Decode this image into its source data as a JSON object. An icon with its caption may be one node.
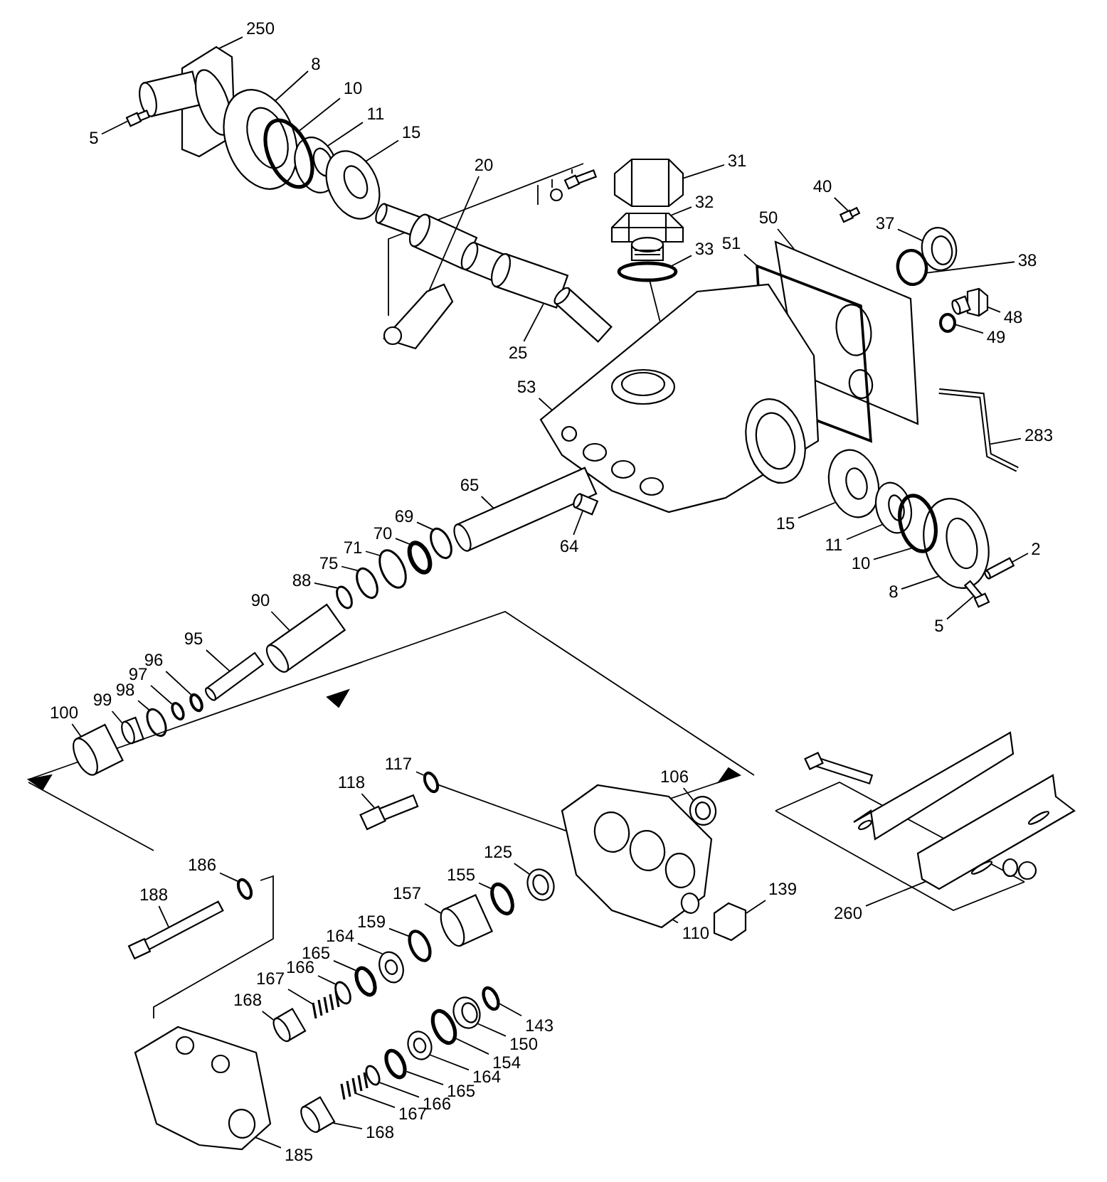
{
  "diagram": {
    "nodes": [
      {
        "text": [
          "250"
        ]
      },
      {
        "text": [
          "8"
        ]
      },
      {
        "text": [
          "10"
        ]
      },
      {
        "text": [
          "11"
        ]
      },
      {
        "text": [
          "5"
        ]
      },
      {
        "text": [
          "15"
        ]
      },
      {
        "text": [
          "20"
        ]
      },
      {
        "text": [
          "31"
        ]
      },
      {
        "text": [
          "40"
        ]
      },
      {
        "text": [
          "32"
        ]
      },
      {
        "text": [
          "50"
        ]
      },
      {
        "text": [
          "37"
        ]
      },
      {
        "text": [
          "33"
        ]
      },
      {
        "text": [
          "51"
        ]
      },
      {
        "text": [
          "38"
        ]
      },
      {
        "text": [
          "48"
        ]
      },
      {
        "text": [
          "49"
        ]
      },
      {
        "text": [
          "25"
        ]
      },
      {
        "text": [
          "53"
        ]
      },
      {
        "text": [
          "283"
        ]
      },
      {
        "text": [
          "65"
        ]
      },
      {
        "text": [
          "69"
        ]
      },
      {
        "text": [
          "15"
        ]
      },
      {
        "text": [
          "70"
        ]
      },
      {
        "text": [
          "11"
        ]
      },
      {
        "text": [
          "71"
        ]
      },
      {
        "text": [
          "64"
        ]
      },
      {
        "text": [
          "2"
        ]
      },
      {
        "text": [
          "10"
        ]
      },
      {
        "text": [
          "75"
        ]
      },
      {
        "text": [
          "8"
        ]
      },
      {
        "text": [
          "88"
        ]
      },
      {
        "text": [
          "90"
        ]
      },
      {
        "text": [
          "5"
        ]
      },
      {
        "text": [
          "95"
        ]
      },
      {
        "text": [
          "96"
        ]
      },
      {
        "text": [
          "97"
        ]
      },
      {
        "text": [
          "98"
        ]
      },
      {
        "text": [
          "99"
        ]
      },
      {
        "text": [
          "100"
        ]
      },
      {
        "text": [
          "117"
        ]
      },
      {
        "text": [
          "118"
        ]
      },
      {
        "text": [
          "106"
        ]
      },
      {
        "text": [
          "186"
        ]
      },
      {
        "text": [
          "125"
        ]
      },
      {
        "text": [
          "188"
        ]
      },
      {
        "text": [
          "155"
        ]
      },
      {
        "text": [
          "139"
        ]
      },
      {
        "text": [
          "260"
        ]
      },
      {
        "text": [
          "157"
        ]
      },
      {
        "text": [
          "159"
        ]
      },
      {
        "text": [
          "110"
        ]
      },
      {
        "text": [
          "164"
        ]
      },
      {
        "text": [
          "165"
        ]
      },
      {
        "text": [
          "166"
        ]
      },
      {
        "text": [
          "167"
        ]
      },
      {
        "text": [
          "168"
        ]
      },
      {
        "text": [
          "143"
        ]
      },
      {
        "text": [
          "150"
        ]
      },
      {
        "text": [
          "154"
        ]
      },
      {
        "text": [
          "164"
        ]
      },
      {
        "text": [
          "165"
        ]
      },
      {
        "text": [
          "166"
        ]
      },
      {
        "text": [
          "167"
        ]
      },
      {
        "text": [
          "168"
        ]
      },
      {
        "text": [
          "185"
        ]
      },
      {
        "text": [],
        "shape": "picture"
      },
      {
        "text": [],
        "shape": "picture"
      },
      {
        "text": [],
        "shape": "circle"
      },
      {
        "text": [],
        "shape": "picture"
      },
      {
        "text": [],
        "shape": "picture"
      },
      {
        "text": [],
        "shape": "picture"
      },
      {
        "text": [],
        "shape": "picture"
      },
      {
        "text": [],
        "shape": "picture"
      },
      {
        "text": [],
        "shape": "picture"
      },
      {
        "text": [],
        "shape": "box"
      },
      {
        "text": [],
        "shape": "picture"
      },
      {
        "text": [],
        "shape": "picture"
      },
      {
        "text": [],
        "shape": "circle"
      },
      {
        "text": [],
        "shape": "picture"
      },
      {
        "text": [],
        "shape": "circle"
      },
      {
        "text": [],
        "shape": "picture"
      },
      {
        "text": [],
        "shape": "circle"
      },
      {
        "text": [],
        "shape": "picture"
      },
      {
        "text": [],
        "shape": "picture"
      },
      {
        "text": [],
        "shape": "picture"
      },
      {
        "text": [],
        "shape": "picture"
      },
      {
        "text": [],
        "shape": "circle"
      },
      {
        "text": [],
        "shape": "picture"
      },
      {
        "text": [],
        "shape": "circle"
      },
      {
        "text": [],
        "shape": "picture"
      },
      {
        "text": [],
        "shape": "circle"
      },
      {
        "text": [],
        "shape": "picture"
      },
      {
        "text": [],
        "shape": "picture"
      },
      {
        "text": [],
        "shape": "circle"
      },
      {
        "text": [],
        "shape": "circle"
      },
      {
        "text": [],
        "shape": "picture"
      },
      {
        "text": [],
        "shape": "circle"
      },
      {
        "text": [],
        "shape": "picture"
      },
      {
        "text": [],
        "shape": "picture"
      },
      {
        "text": [],
        "shape": "picture"
      },
      {
        "text": [],
        "shape": "circle"
      },
      {
        "text": [],
        "shape": "circle"
      },
      {
        "text": [],
        "shape": "circle"
      },
      {
        "text": [],
        "shape": "picture"
      },
      {
        "text": [],
        "shape": "picture"
      },
      {
        "text": [],
        "shape": "circle"
      },
      {
        "text": [],
        "shape": "picture"
      },
      {
        "text": [],
        "shape": "picture"
      },
      {
        "text": [],
        "shape": "circle"
      },
      {
        "text": [],
        "shape": "picture"
      },
      {
        "text": [],
        "shape": "picture"
      },
      {
        "text": [],
        "shape": "circle"
      },
      {
        "text": [],
        "shape": "picture"
      },
      {
        "text": [],
        "shape": "picture"
      },
      {
        "text": [],
        "shape": "picture"
      },
      {
        "text": [],
        "shape": "circle"
      },
      {
        "text": [],
        "shape": "picture"
      },
      {
        "text": [],
        "shape": "picture"
      },
      {
        "text": [],
        "shape": "circle"
      },
      {
        "text": [],
        "shape": "circle"
      },
      {
        "text": [],
        "shape": "picture"
      },
      {
        "text": [],
        "shape": "picture"
      },
      {
        "text": [],
        "shape": "circle"
      },
      {
        "text": [],
        "shape": "picture"
      },
      {
        "text": [],
        "shape": "circle"
      },
      {
        "text": [],
        "shape": "picture"
      },
      {
        "text": [],
        "shape": "circle"
      },
      {
        "text": [],
        "shape": "circle"
      },
      {
        "text": [],
        "shape": "picture"
      },
      {
        "text": [],
        "shape": "picture"
      },
      {
        "text": [],
        "shape": "picture"
      }
    ],
    "edges": [
      {
        "from": 0,
        "to": 66,
        "arrow": "none"
      },
      {
        "from": 1,
        "to": 67,
        "arrow": "none"
      },
      {
        "from": 2,
        "to": 68,
        "arrow": "none"
      },
      {
        "from": 3,
        "to": 69,
        "arrow": "none"
      },
      {
        "from": 4,
        "to": 70,
        "arrow": "none"
      },
      {
        "from": 5,
        "to": 71,
        "arrow": "none"
      },
      {
        "from": 6,
        "to": 72,
        "arrow": "none"
      },
      {
        "from": 7,
        "to": 73,
        "arrow": "none"
      },
      {
        "from": 8,
        "to": 74,
        "arrow": "none"
      },
      {
        "from": 9,
        "to": 75,
        "arrow": "none"
      },
      {
        "from": 10,
        "to": 76,
        "arrow": "none"
      },
      {
        "from": 11,
        "to": 77,
        "arrow": "none"
      },
      {
        "from": 12,
        "to": 78,
        "arrow": "none"
      },
      {
        "from": 13,
        "to": 79,
        "arrow": "none"
      },
      {
        "from": 14,
        "to": 80,
        "arrow": "none"
      },
      {
        "from": 15,
        "to": 81,
        "arrow": "none"
      },
      {
        "from": 16,
        "to": 82,
        "arrow": "none"
      },
      {
        "from": 17,
        "to": 83,
        "arrow": "none"
      },
      {
        "from": 18,
        "to": 84,
        "arrow": "none"
      },
      {
        "from": 19,
        "to": 85,
        "arrow": "none"
      },
      {
        "from": 20,
        "to": 86,
        "arrow": "none"
      },
      {
        "from": 21,
        "to": 87,
        "arrow": "none"
      },
      {
        "from": 22,
        "to": 88,
        "arrow": "none"
      },
      {
        "from": 23,
        "to": 89,
        "arrow": "none"
      },
      {
        "from": 24,
        "to": 90,
        "arrow": "none"
      },
      {
        "from": 25,
        "to": 91,
        "arrow": "none"
      },
      {
        "from": 26,
        "to": 92,
        "arrow": "none"
      },
      {
        "from": 27,
        "to": 93,
        "arrow": "none"
      },
      {
        "from": 28,
        "to": 94,
        "arrow": "none"
      },
      {
        "from": 29,
        "to": 95,
        "arrow": "none"
      },
      {
        "from": 30,
        "to": 96,
        "arrow": "none"
      },
      {
        "from": 31,
        "to": 97,
        "arrow": "none"
      },
      {
        "from": 32,
        "to": 98,
        "arrow": "none"
      },
      {
        "from": 33,
        "to": 99,
        "arrow": "none"
      },
      {
        "from": 34,
        "to": 100,
        "arrow": "none"
      },
      {
        "from": 35,
        "to": 101,
        "arrow": "none"
      },
      {
        "from": 36,
        "to": 102,
        "arrow": "none"
      },
      {
        "from": 37,
        "to": 103,
        "arrow": "none"
      },
      {
        "from": 38,
        "to": 104,
        "arrow": "none"
      },
      {
        "from": 39,
        "to": 105,
        "arrow": "none"
      },
      {
        "from": 40,
        "to": 106,
        "arrow": "none"
      },
      {
        "from": 41,
        "to": 107,
        "arrow": "none"
      },
      {
        "from": 42,
        "to": 108,
        "arrow": "none"
      },
      {
        "from": 43,
        "to": 109,
        "arrow": "none"
      },
      {
        "from": 44,
        "to": 110,
        "arrow": "none"
      },
      {
        "from": 45,
        "to": 111,
        "arrow": "none"
      },
      {
        "from": 46,
        "to": 112,
        "arrow": "none"
      },
      {
        "from": 47,
        "to": 113,
        "arrow": "none"
      },
      {
        "from": 48,
        "to": 114,
        "arrow": "none"
      },
      {
        "from": 49,
        "to": 115,
        "arrow": "none"
      },
      {
        "from": 50,
        "to": 116,
        "arrow": "none"
      },
      {
        "from": 51,
        "to": 117,
        "arrow": "none"
      },
      {
        "from": 52,
        "to": 118,
        "arrow": "none"
      },
      {
        "from": 53,
        "to": 119,
        "arrow": "none"
      },
      {
        "from": 54,
        "to": 120,
        "arrow": "none"
      },
      {
        "from": 55,
        "to": 121,
        "arrow": "none"
      },
      {
        "from": 56,
        "to": 122,
        "arrow": "none"
      },
      {
        "from": 57,
        "to": 123,
        "arrow": "none"
      },
      {
        "from": 58,
        "to": 124,
        "arrow": "none"
      },
      {
        "from": 59,
        "to": 125,
        "arrow": "none"
      },
      {
        "from": 60,
        "to": 126,
        "arrow": "none"
      },
      {
        "from": 61,
        "to": 127,
        "arrow": "none"
      },
      {
        "from": 62,
        "to": 128,
        "arrow": "none"
      },
      {
        "from": 63,
        "to": 129,
        "arrow": "none"
      },
      {
        "from": 64,
        "to": 130,
        "arrow": "none"
      },
      {
        "from": 65,
        "to": 131,
        "arrow": "none"
      },
      {
        "from": 78,
        "to": 84,
        "arrow": "none"
      },
      {
        "from": 106,
        "to": 117,
        "arrow": "none"
      }
    ]
  }
}
